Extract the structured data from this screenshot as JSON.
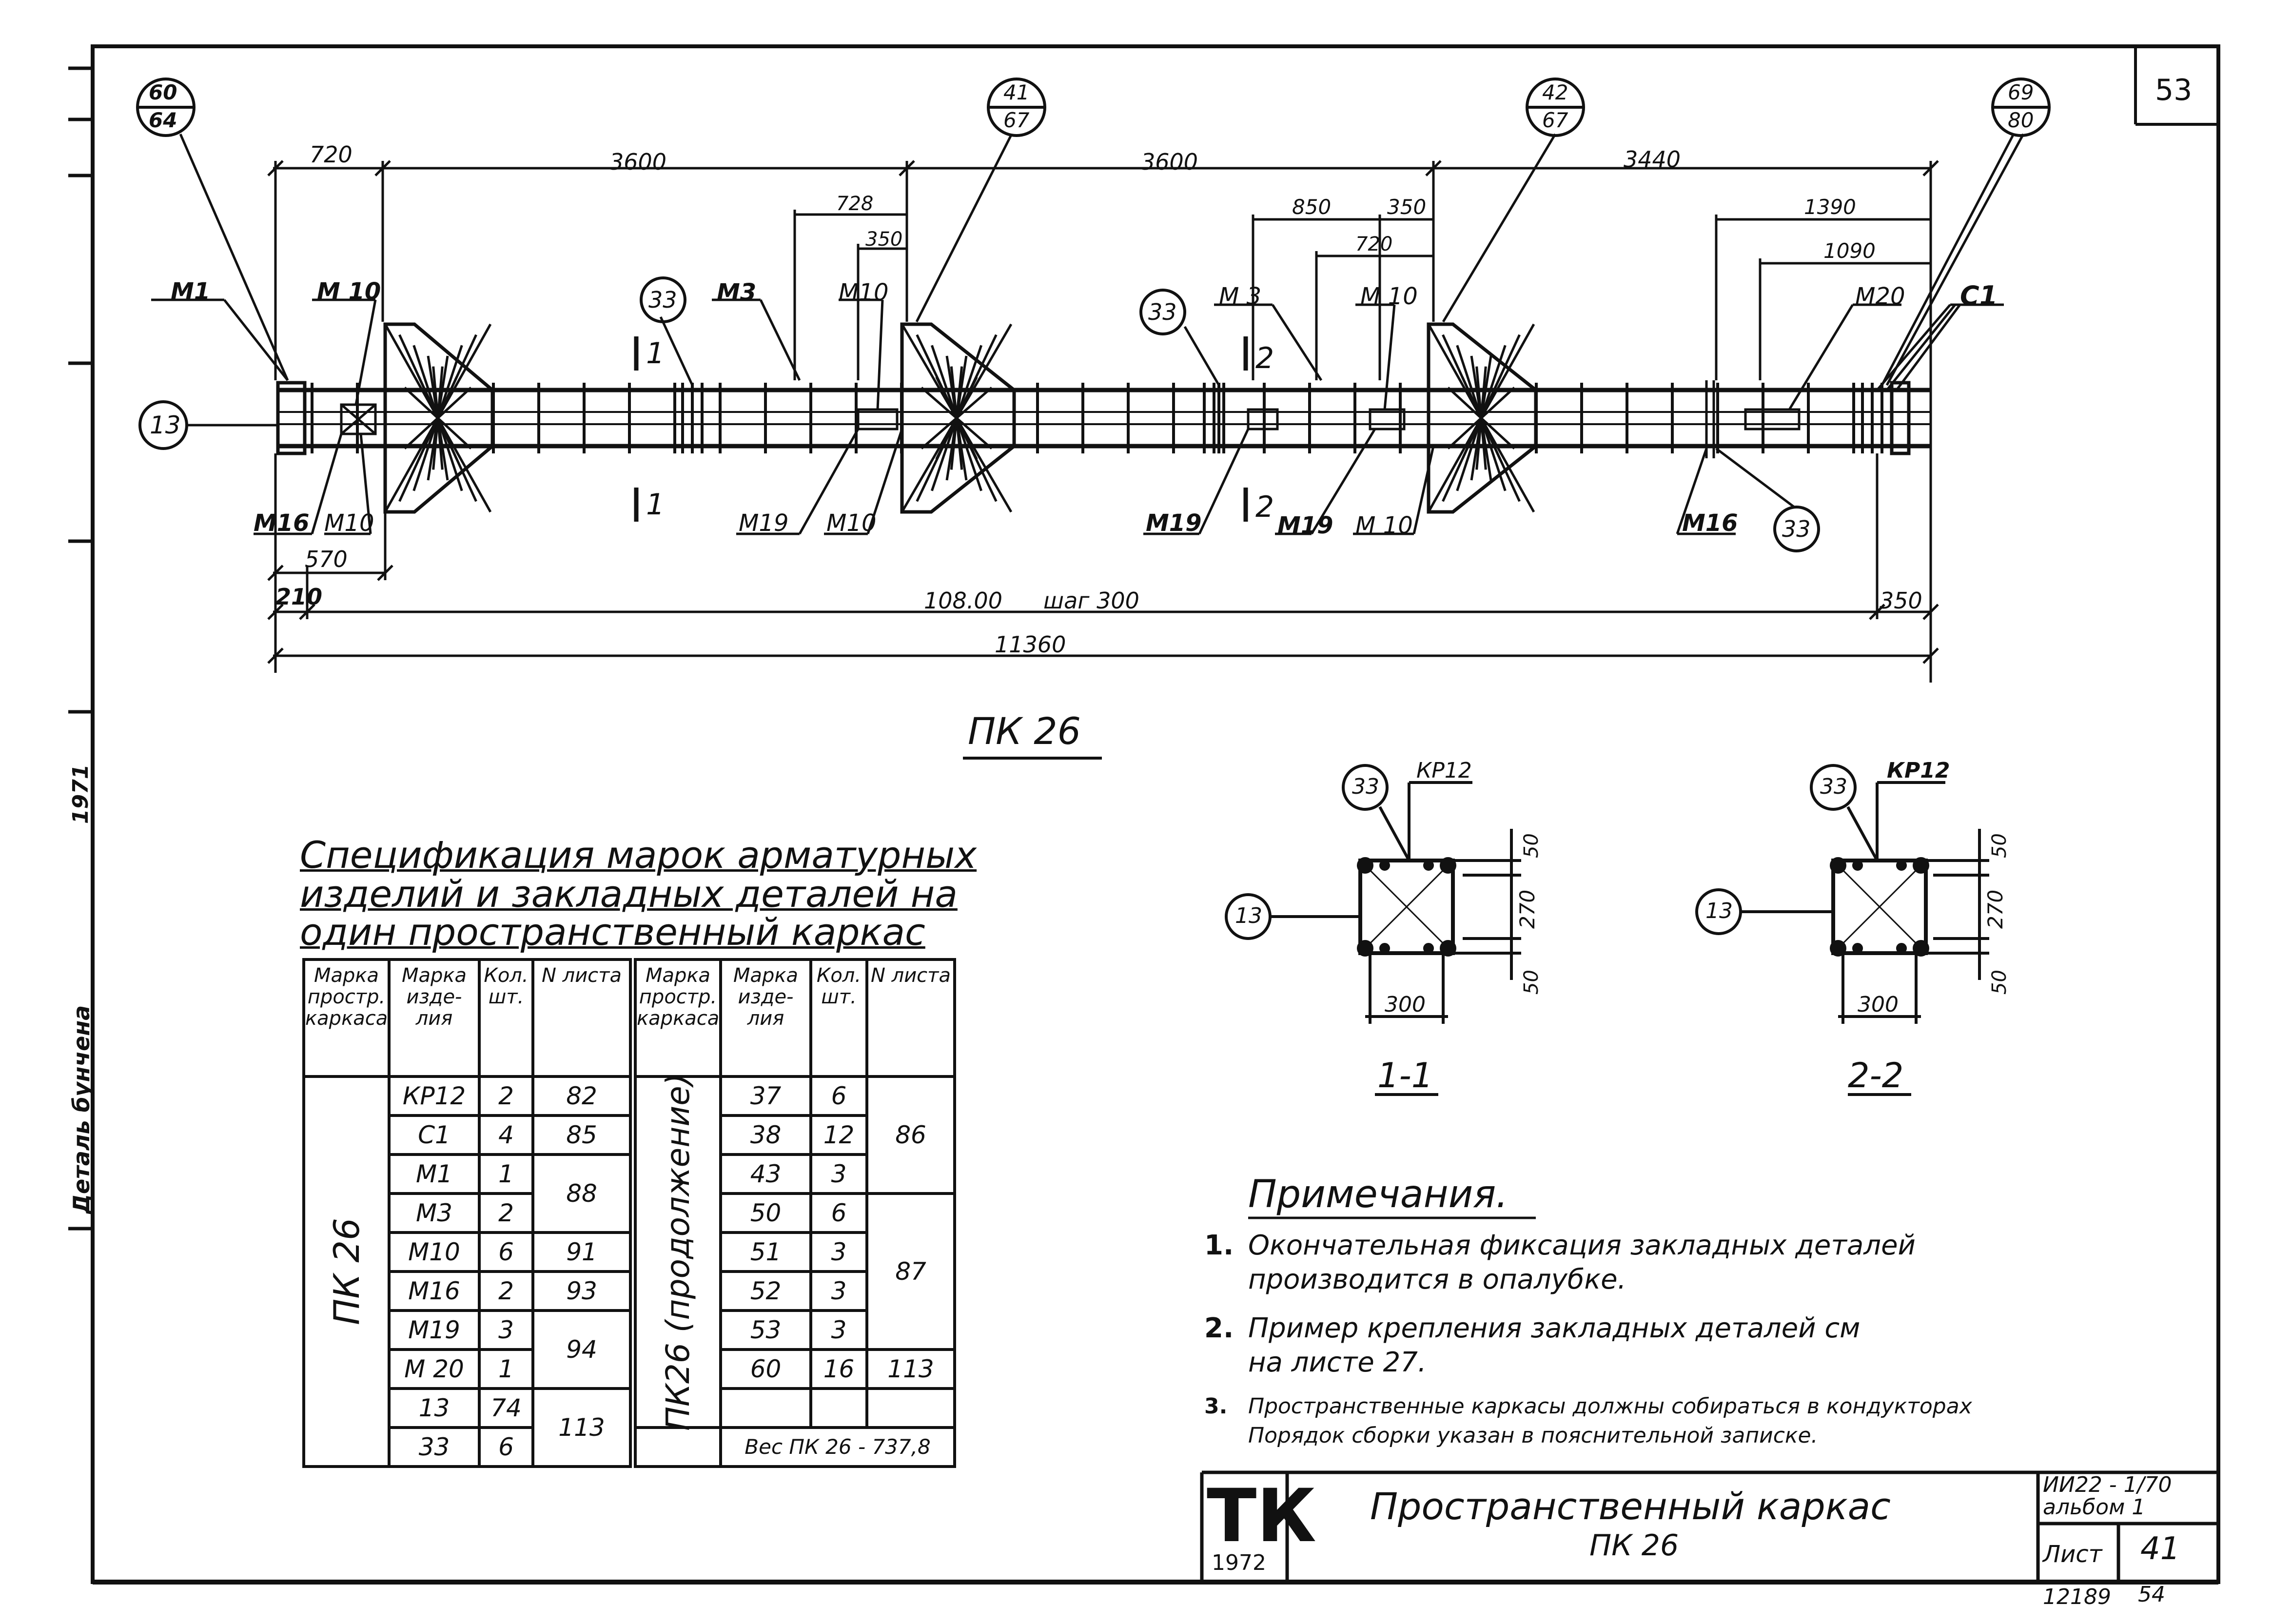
{
  "sheet_number": "53",
  "elevation": {
    "title": "ПК 26",
    "callouts": {
      "left_end": {
        "top": "60",
        "bottom": "64"
      },
      "node_1": {
        "top": "41",
        "bottom": "67"
      },
      "node_2": {
        "top": "42",
        "bottom": "67"
      },
      "right_end": {
        "top": "69",
        "bottom": "80"
      }
    },
    "bar_label": "13",
    "stirrup_label": "33",
    "top_dims": {
      "d720": "720",
      "d3600a": "3600",
      "d3600b": "3600",
      "d3440": "3440"
    },
    "sub_dims": {
      "d728": "728",
      "d350a": "350",
      "d850": "850",
      "d350b": "350",
      "d720b": "720",
      "d1390": "1390",
      "d1090": "1090"
    },
    "bottom_dims": {
      "d570": "570",
      "d210": "210",
      "step": "108.00",
      "step_word": "шаг 300",
      "d350": "350",
      "total": "11360"
    },
    "labels_top": {
      "m1": "М1",
      "m10a": "М 10",
      "m3a": "М3",
      "m10b": "М10",
      "m3b": "М 3",
      "m10c": "М 10",
      "m20": "М20",
      "c1": "С1"
    },
    "labels_bottom": {
      "m16": "М16",
      "m10d": "М10",
      "m19a": "М19",
      "m10e": "М10",
      "m19b": "М19",
      "m19c": "М19",
      "m10f": "М 10",
      "m16b": "М16"
    },
    "section_marks": {
      "s1": "1",
      "s2": "2"
    }
  },
  "sections": [
    {
      "name": "1-1",
      "stirrup": "33",
      "bar": "13",
      "frame": "КР12",
      "dim_w": "300",
      "dim_h": "270",
      "dim_t": "50",
      "dim_b": "50"
    },
    {
      "name": "2-2",
      "stirrup": "33",
      "bar": "13",
      "frame": "КР12",
      "dim_w": "300",
      "dim_h": "270",
      "dim_t": "50",
      "dim_b": "50"
    }
  ],
  "spec": {
    "title_lines": [
      "Спецификация марок арматурных",
      "изделий и закладных деталей на",
      "один пространственный каркас"
    ],
    "headers": [
      "Марка простр. каркаса",
      "Марка изде- лия",
      "Кол. шт.",
      "N листа"
    ],
    "left_group": "ПК 26",
    "left_rows": [
      {
        "item": "КР12",
        "qty": "2",
        "sheet": "82"
      },
      {
        "item": "С1",
        "qty": "4",
        "sheet": "85"
      },
      {
        "item": "М1",
        "qty": "1",
        "sheet": "88"
      },
      {
        "item": "М3",
        "qty": "2",
        "sheet": ""
      },
      {
        "item": "М10",
        "qty": "6",
        "sheet": "91"
      },
      {
        "item": "М16",
        "qty": "2",
        "sheet": "93"
      },
      {
        "item": "М19",
        "qty": "3",
        "sheet": "94"
      },
      {
        "item": "М 20",
        "qty": "1",
        "sheet": ""
      },
      {
        "item": "13",
        "qty": "74",
        "sheet": "113"
      },
      {
        "item": "33",
        "qty": "6",
        "sheet": ""
      }
    ],
    "right_group": "ПК26 (продолжение)",
    "right_rows": [
      {
        "item": "37",
        "qty": "6"
      },
      {
        "item": "38",
        "qty": "12"
      },
      {
        "item": "43",
        "qty": "3"
      },
      {
        "item": "50",
        "qty": "6"
      },
      {
        "item": "51",
        "qty": "3"
      },
      {
        "item": "52",
        "qty": "3"
      },
      {
        "item": "53",
        "qty": "3"
      },
      {
        "item": "60",
        "qty": "16",
        "sheet": "113"
      }
    ],
    "right_sheet_groups": [
      "86",
      "87"
    ],
    "weight": "Вес ПК 26 - 737,8"
  },
  "notes": {
    "title": "Примечания.",
    "items": [
      {
        "n": "1.",
        "lines": [
          "Окончательная фиксация закладных деталей",
          "производится в опалубке."
        ]
      },
      {
        "n": "2.",
        "lines": [
          "Пример крепления закладных деталей см",
          "на листе 27."
        ]
      },
      {
        "n": "3.",
        "lines": [
          "Пространственные каркасы должны собираться в кондукторах",
          "Порядок сборки указан в пояснительной записке."
        ]
      }
    ]
  },
  "stamp": {
    "org": "ТК",
    "year": "1972",
    "title": "Пространственный каркас",
    "subtitle": "ПК 26",
    "series": "ИИ22 - 1/70",
    "album": "альбом 1",
    "sheet_label": "Лист",
    "sheet": "41",
    "inventory": "12189",
    "page": "54"
  },
  "side": {
    "year": "1971",
    "label": "Деталь бунчена"
  }
}
